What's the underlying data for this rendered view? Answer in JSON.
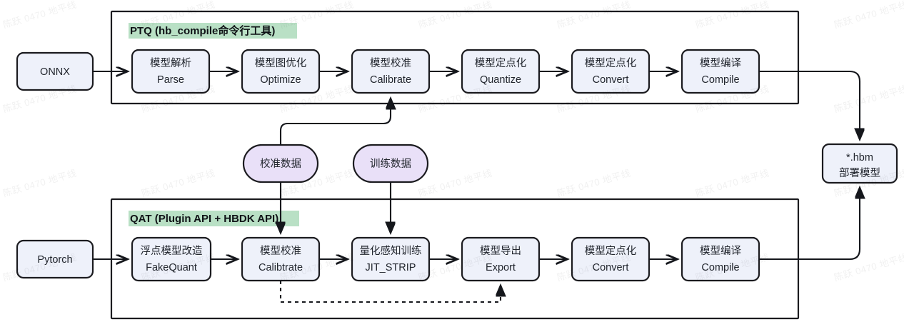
{
  "diagram": {
    "title_hidden": "",
    "watermark": "陈跃 0470 地平线",
    "colors": {
      "node_fill": "#eef1fa",
      "ellipse_fill": "#e9e0f8",
      "header_highlight": "#b9e0c5",
      "stroke": "#1b1b1f",
      "text": "#22262e",
      "background": "#ffffff"
    }
  },
  "groups": [
    {
      "id": "ptq",
      "header": "PTQ (hb_compile命令行工具)"
    },
    {
      "id": "qat",
      "header": "QAT (Plugin API + HBDK API)"
    }
  ],
  "inputs": [
    {
      "id": "onnx",
      "label": "ONNX"
    },
    {
      "id": "pytorch",
      "label": "Pytorch"
    }
  ],
  "ptq_steps": [
    {
      "cn": "模型解析",
      "en": "Parse"
    },
    {
      "cn": "模型图优化",
      "en": "Optimize"
    },
    {
      "cn": "模型校准",
      "en": "Calibrate"
    },
    {
      "cn": "模型定点化",
      "en": "Quantize"
    },
    {
      "cn": "模型定点化",
      "en": "Convert"
    },
    {
      "cn": "模型编译",
      "en": "Compile"
    }
  ],
  "qat_steps": [
    {
      "cn": "浮点模型改造",
      "en": "FakeQuant"
    },
    {
      "cn": "模型校准",
      "en": "Calibtrate"
    },
    {
      "cn": "量化感知训练",
      "en": "JIT_STRIP"
    },
    {
      "cn": "模型导出",
      "en": "Export"
    },
    {
      "cn": "模型定点化",
      "en": "Convert"
    },
    {
      "cn": "模型编译",
      "en": "Compile"
    }
  ],
  "data_nodes": [
    {
      "id": "calib-data",
      "label": "校准数据"
    },
    {
      "id": "train-data",
      "label": "训练数据"
    }
  ],
  "output": {
    "line1": "*.hbm",
    "line2": "部署模型"
  }
}
